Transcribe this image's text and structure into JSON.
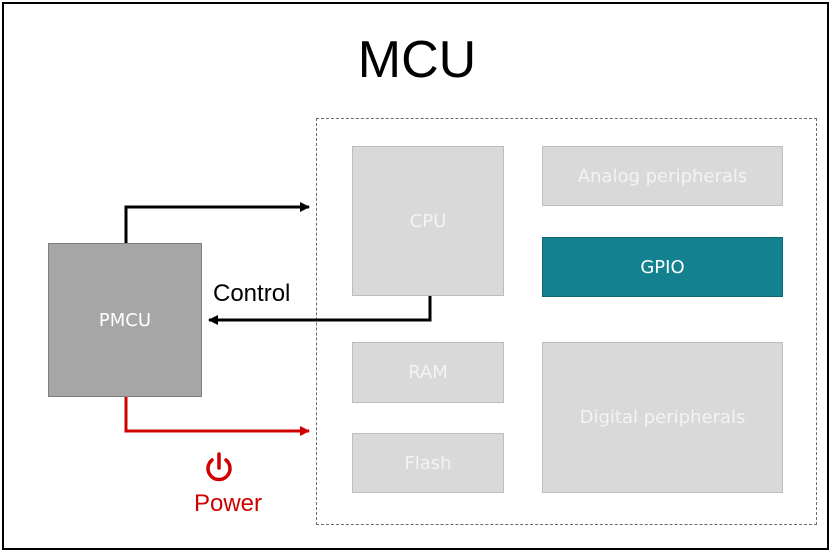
{
  "title": "MCU",
  "blocks": {
    "cpu": "CPU",
    "analog": "Analog peripherals",
    "gpio": "GPIO",
    "ram": "RAM",
    "flash": "Flash",
    "digital": "Digital peripherals",
    "pmcu": "PMCU"
  },
  "labels": {
    "control": "Control",
    "power": "Power"
  },
  "colors": {
    "power": "#d00000",
    "gpio": "#13818f",
    "block": "#d9d9d9",
    "pmcu": "#a6a6a6"
  },
  "icons": {
    "power": "power-icon"
  }
}
